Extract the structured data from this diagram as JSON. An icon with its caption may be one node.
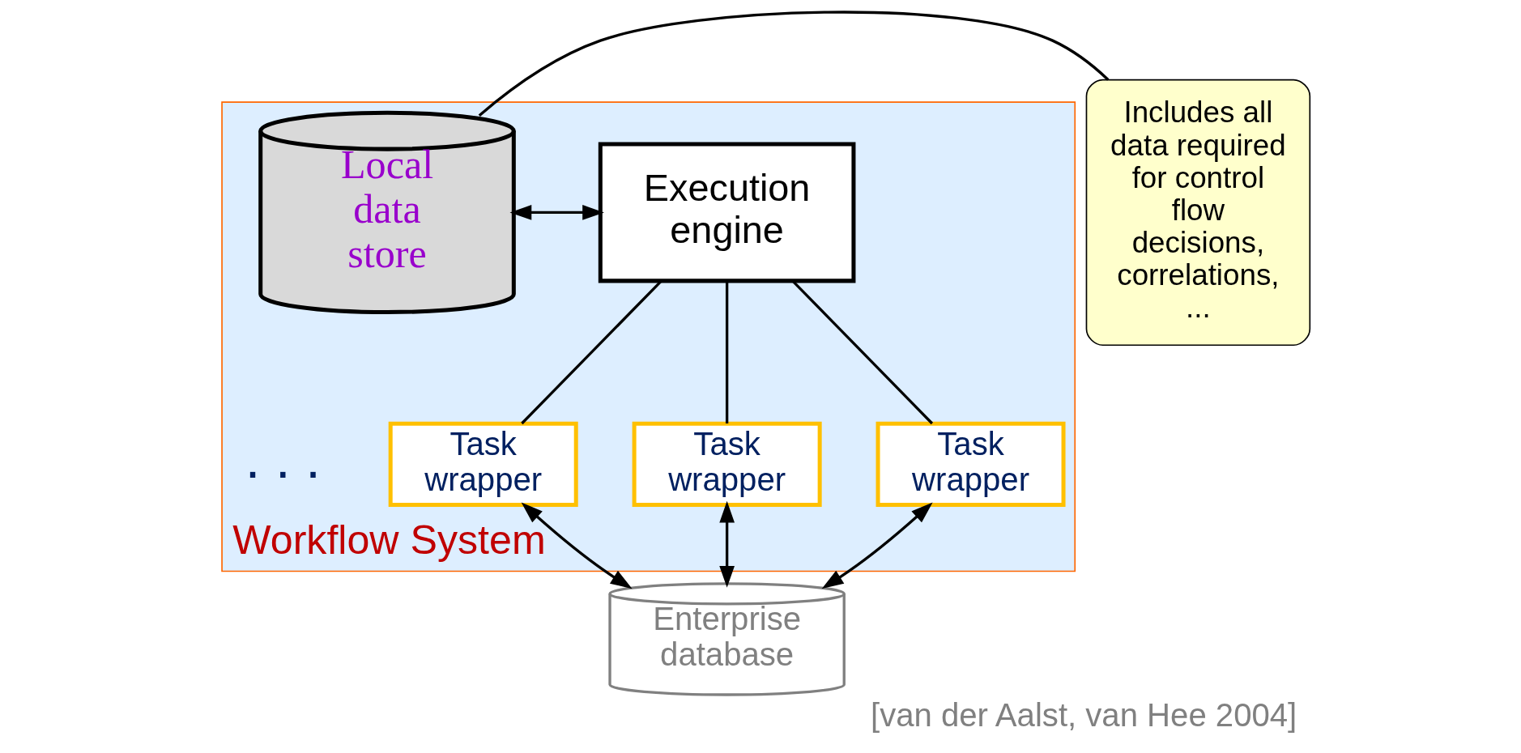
{
  "diagram": {
    "caption": "[van der Aalst, van Hee 2004]",
    "nodes": [
      {
        "text": [
          "Workflow System"
        ]
      },
      {
        "text": [
          "Execution engine"
        ],
        "in": 0
      },
      {
        "text": [
          "Local data store"
        ],
        "in": 0
      },
      {
        "text": [
          "Task wrapper"
        ],
        "in": 0
      },
      {
        "text": [
          "Task wrapper"
        ],
        "in": 0
      },
      {
        "text": [
          "Task wrapper"
        ],
        "in": 0
      },
      {
        "text": [
          "Enterprise database"
        ]
      },
      {
        "text": [
          "Includes all data required for control flow decisions, correlations, ..."
        ]
      }
    ],
    "edges": [
      {
        "from": 1,
        "to": 2,
        "arrow": "both"
      },
      {
        "from": 1,
        "to": 3,
        "arrow": "none"
      },
      {
        "from": 1,
        "to": 4,
        "arrow": "none"
      },
      {
        "from": 1,
        "to": 5,
        "arrow": "none"
      },
      {
        "from": 3,
        "to": 6,
        "arrow": "both"
      },
      {
        "from": 4,
        "to": 6,
        "arrow": "both"
      },
      {
        "from": 5,
        "to": 6,
        "arrow": "both"
      },
      {
        "from": 7,
        "to": 2,
        "arrow": "none"
      }
    ],
    "labels": [
      ". . ."
    ]
  }
}
